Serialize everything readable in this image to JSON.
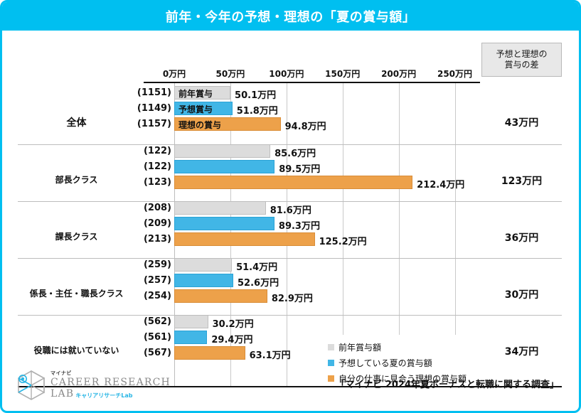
{
  "header": {
    "title": "前年・今年の予想・理想の「夏の賞与額」"
  },
  "diff_column": {
    "header_line1": "予想と理想の",
    "header_line2": "賞与の差"
  },
  "legend": {
    "items": [
      {
        "label": "前年賞与額",
        "color": "#dcdcdc"
      },
      {
        "label": "予想している夏の賞与額",
        "color": "#41b6e6"
      },
      {
        "label": "自分の仕事に見合う理想の賞与額",
        "color": "#eda14a"
      }
    ]
  },
  "inbar_labels": {
    "prev": "前年賞与",
    "expect": "予想賞与",
    "ideal": "理想の賞与"
  },
  "footer": {
    "logo_brand": "マイナビ",
    "logo_main_line1": "CAREER RESEARCH",
    "logo_main_line2": "LAB",
    "logo_sub": "キャリアリサーチLab",
    "source": "「マイナビ 2024年夏ボーナスと転職に関する調査」"
  },
  "chart_data": {
    "type": "bar",
    "orientation": "horizontal",
    "title": "前年・今年の予想・理想の「夏の賞与額」",
    "xlabel": "",
    "ylabel": "",
    "unit": "万円",
    "xlim": [
      0,
      275
    ],
    "xticks": [
      0,
      50,
      100,
      150,
      200,
      250
    ],
    "xtick_labels": [
      "0万円",
      "50万円",
      "100万円",
      "150万円",
      "200万円",
      "250万円"
    ],
    "grid": true,
    "legend_position": "bottom-right",
    "series": [
      {
        "name": "前年賞与額",
        "color": "#dcdcdc",
        "values": [
          50.1,
          85.6,
          81.6,
          51.4,
          30.2
        ]
      },
      {
        "name": "予想している夏の賞与額",
        "color": "#41b6e6",
        "values": [
          51.8,
          89.5,
          89.3,
          52.6,
          29.4
        ]
      },
      {
        "name": "自分の仕事に見合う理想の賞与額",
        "color": "#eda14a",
        "values": [
          94.8,
          212.4,
          125.2,
          82.9,
          63.1
        ]
      }
    ],
    "categories": [
      "全体",
      "部長クラス",
      "課長クラス",
      "係長・主任・職長クラス",
      "役職には就いていない"
    ],
    "groups": [
      {
        "category": "全体",
        "emphasis": true,
        "bars": [
          {
            "series": "前年賞与額",
            "n": "(1151)",
            "value": 50.1,
            "value_label": "50.1万円"
          },
          {
            "series": "予想している夏の賞与額",
            "n": "(1149)",
            "value": 51.8,
            "value_label": "51.8万円"
          },
          {
            "series": "自分の仕事に見合う理想の賞与額",
            "n": "(1157)",
            "value": 94.8,
            "value_label": "94.8万円"
          }
        ],
        "difference": "43万円"
      },
      {
        "category": "部長クラス",
        "emphasis": false,
        "bars": [
          {
            "series": "前年賞与額",
            "n": "(122)",
            "value": 85.6,
            "value_label": "85.6万円"
          },
          {
            "series": "予想している夏の賞与額",
            "n": "(122)",
            "value": 89.5,
            "value_label": "89.5万円"
          },
          {
            "series": "自分の仕事に見合う理想の賞与額",
            "n": "(123)",
            "value": 212.4,
            "value_label": "212.4万円"
          }
        ],
        "difference": "123万円"
      },
      {
        "category": "課長クラス",
        "emphasis": false,
        "bars": [
          {
            "series": "前年賞与額",
            "n": "(208)",
            "value": 81.6,
            "value_label": "81.6万円"
          },
          {
            "series": "予想している夏の賞与額",
            "n": "(209)",
            "value": 89.3,
            "value_label": "89.3万円"
          },
          {
            "series": "自分の仕事に見合う理想の賞与額",
            "n": "(213)",
            "value": 125.2,
            "value_label": "125.2万円"
          }
        ],
        "difference": "36万円"
      },
      {
        "category": "係長・主任・職長クラス",
        "emphasis": false,
        "bars": [
          {
            "series": "前年賞与額",
            "n": "(259)",
            "value": 51.4,
            "value_label": "51.4万円"
          },
          {
            "series": "予想している夏の賞与額",
            "n": "(257)",
            "value": 52.6,
            "value_label": "52.6万円"
          },
          {
            "series": "自分の仕事に見合う理想の賞与額",
            "n": "(254)",
            "value": 82.9,
            "value_label": "82.9万円"
          }
        ],
        "difference": "30万円"
      },
      {
        "category": "役職には就いていない",
        "emphasis": false,
        "bars": [
          {
            "series": "前年賞与額",
            "n": "(562)",
            "value": 30.2,
            "value_label": "30.2万円"
          },
          {
            "series": "予想している夏の賞与額",
            "n": "(561)",
            "value": 29.4,
            "value_label": "29.4万円"
          },
          {
            "series": "自分の仕事に見合う理想の賞与額",
            "n": "(567)",
            "value": 63.1,
            "value_label": "63.1万円"
          }
        ],
        "difference": "34万円"
      }
    ]
  }
}
